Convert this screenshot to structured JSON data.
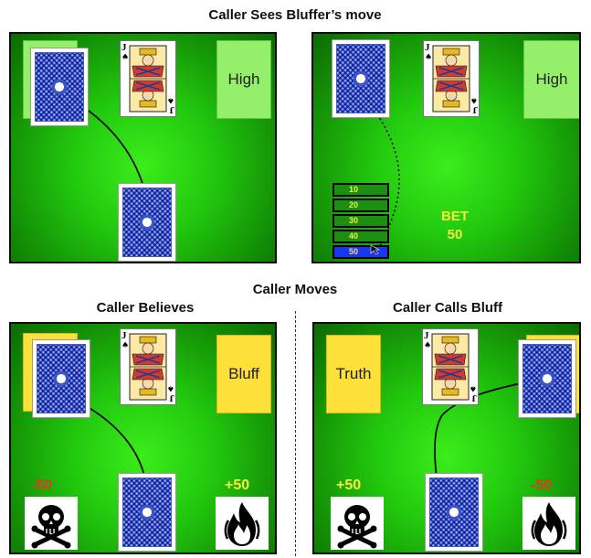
{
  "headings": {
    "top": "Caller Sees Bluffer’s move",
    "middle": "Caller Moves",
    "left": "Caller Believes",
    "right": "Caller Calls Bluff"
  },
  "panels": {
    "top_left": {
      "claim": "High"
    },
    "top_right": {
      "claim": "High",
      "chips": [
        "10",
        "20",
        "30",
        "40",
        "50"
      ],
      "selected_chip": "50",
      "bet_label": "BET",
      "bet_value": "50"
    },
    "bottom_left": {
      "claim": "Bluff",
      "left_score": "-50",
      "right_score": "+50"
    },
    "bottom_right": {
      "claim": "Truth",
      "left_score": "+50",
      "right_score": "-50"
    }
  },
  "card": {
    "rank": "J",
    "suit": "♠"
  },
  "icons": [
    "card-back-icon",
    "jack-of-spades-icon",
    "skull-crossbones-icon",
    "fire-icon",
    "cursor-icon"
  ],
  "colors": {
    "table": "#22c80e",
    "claim_green": "#94f06a",
    "claim_yellow": "#fde03a",
    "negative": "#e8361e",
    "positive": "#f5ee3a",
    "chip": "#1a8f12",
    "chip_selected": "#1737f0"
  }
}
